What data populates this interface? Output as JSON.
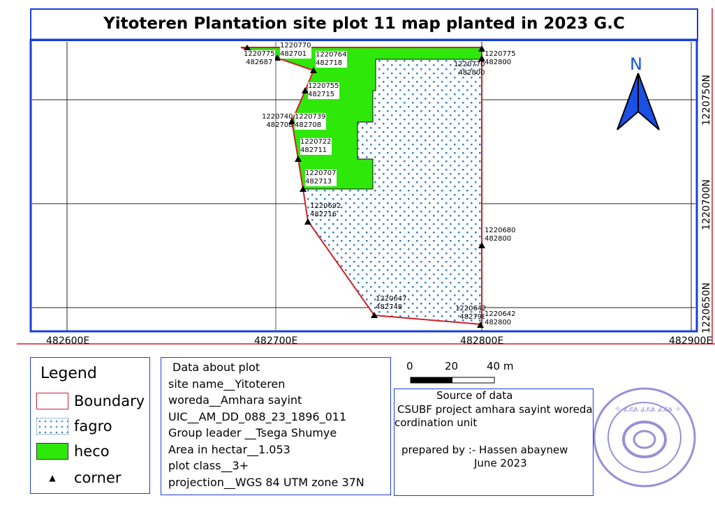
{
  "title": "Yitoteren Plantation site plot 11 map planted in 2023 G.C",
  "axes": {
    "easting": [
      "482600E",
      "482700E",
      "482800E",
      "482900E"
    ],
    "northing": [
      "1220750N",
      "1220700N",
      "1220650N"
    ]
  },
  "north_arrow": {
    "label": "N",
    "icon": "north-arrow-icon"
  },
  "corner_labels": [
    {
      "n": "1220775",
      "e": "482687"
    },
    {
      "n": "1220770",
      "e": "482701"
    },
    {
      "n": "1220764",
      "e": "482718"
    },
    {
      "n": "1220755",
      "e": "482715"
    },
    {
      "n": "1220740",
      "e": "482708"
    },
    {
      "n": "1220739",
      "e": "482708"
    },
    {
      "n": "1220722",
      "e": "482711"
    },
    {
      "n": "1220707",
      "e": "482713"
    },
    {
      "n": "1220692",
      "e": "482716"
    },
    {
      "n": "1220647",
      "e": "482748"
    },
    {
      "n": "1220642",
      "e": "482798"
    },
    {
      "n": "1220642",
      "e": "482800"
    },
    {
      "n": "1220680",
      "e": "482800"
    },
    {
      "n": "1220770",
      "e": "482800"
    },
    {
      "n": "1220775",
      "e": "482800"
    }
  ],
  "legend": {
    "title": "Legend",
    "items": [
      "Boundary",
      "fagro",
      "heco",
      "corner"
    ]
  },
  "colors": {
    "boundary": "#d0202c",
    "heco": "#2ee80a",
    "fagro_dot": "#3a7fc0",
    "frame": "#1a3fd6"
  },
  "plot_data": {
    "heading": "Data about plot",
    "lines": [
      "site name__Yitoteren",
      "woreda__Amhara sayint",
      "UIC__AM_DD_088_23_1896_011",
      "Group leader __Tsega Shumye",
      "Area in hectar__1.053",
      "plot class__3+",
      "projection__WGS 84 UTM zone 37N"
    ]
  },
  "scale_bar": {
    "ticks": [
      "0",
      "20",
      "40 m"
    ]
  },
  "source": {
    "heading": "Source of data",
    "line1": "CSUBF project amhara sayint woreda",
    "line2": "cordination unit",
    "prepared": "prepared by :- Hassen abaynew",
    "date": "June 2023"
  }
}
